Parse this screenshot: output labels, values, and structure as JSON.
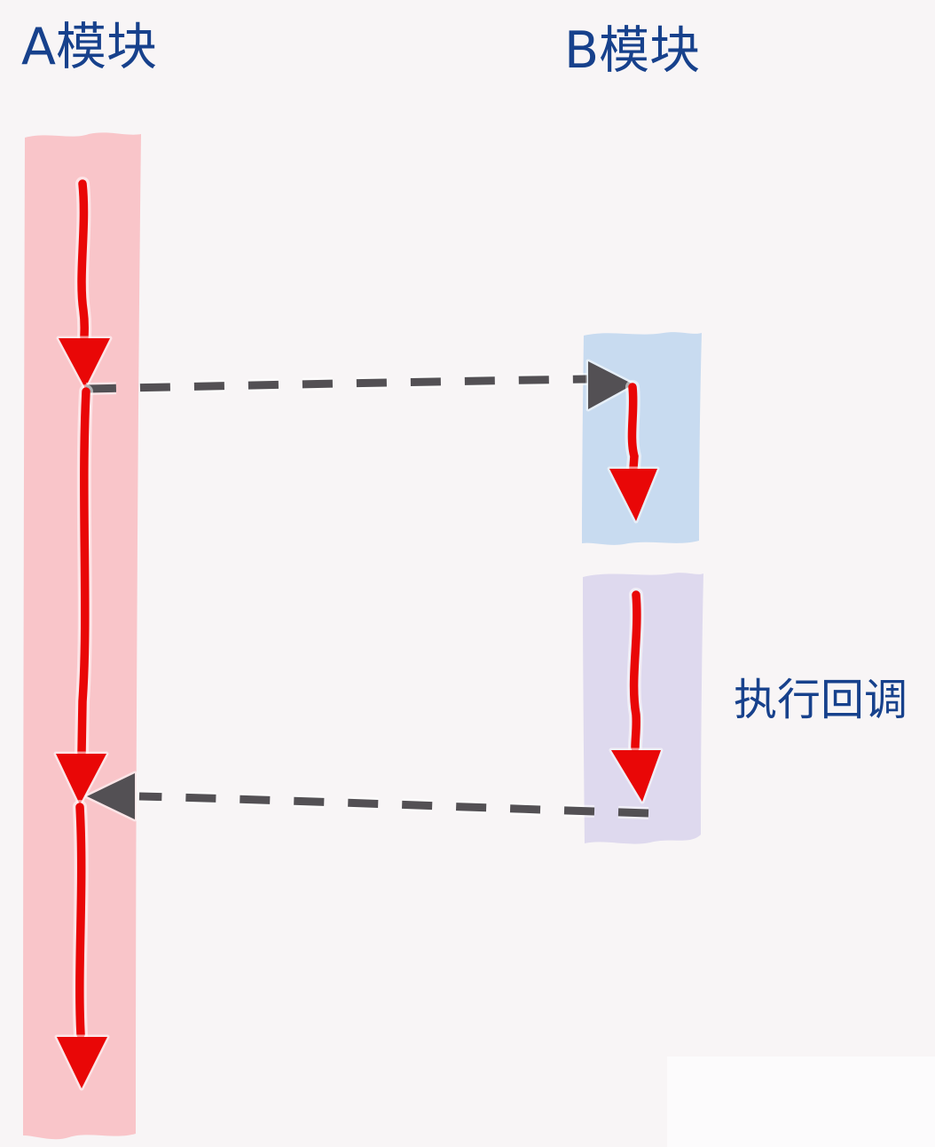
{
  "diagram": {
    "module_a": {
      "title": "A模块",
      "role": "caller-lifeline"
    },
    "module_b": {
      "title": "B模块",
      "role": "callee-activations"
    },
    "callback_label": "执行回调",
    "flow": {
      "call_arrow": "A模块 → B模块 (dashed call)",
      "return_arrow": "B模块 → A模块 (dashed callback return)"
    },
    "colors": {
      "background": "#f8f5f6",
      "band_a": "#f9c5c9",
      "band_b_call": "#c8dbf0",
      "band_b_callback": "#ded9ee",
      "flow_red": "#e90707",
      "message_gray": "#535054",
      "label_blue": "#17418c"
    }
  }
}
